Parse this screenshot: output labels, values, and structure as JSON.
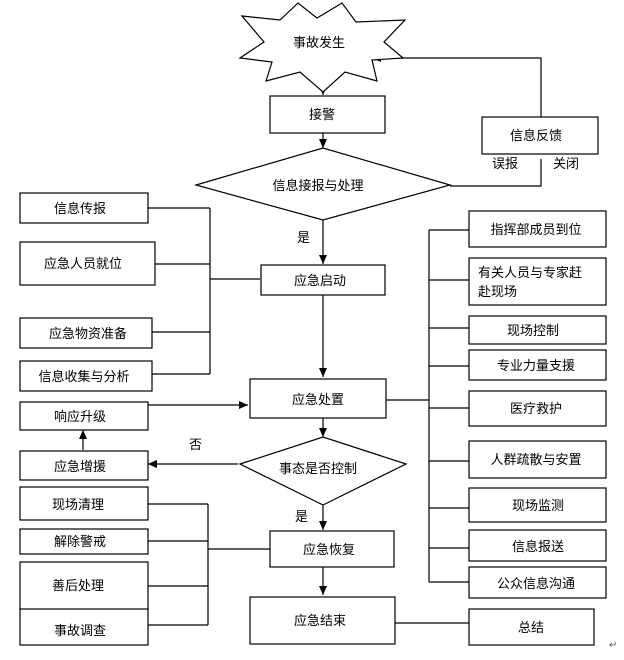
{
  "diagram": {
    "start_event": "事故发生",
    "receive_alarm": "接警",
    "info_process": "信息接报与处理",
    "info_feedback": "信息反馈",
    "false_alarm": "误报",
    "close": "关闭",
    "yes_label_1": "是",
    "emergency_start": "应急启动",
    "left_group_1": [
      "信息传报",
      "应急人员就位",
      "应急物资准备",
      "信息收集与分析"
    ],
    "emergency_handling": "应急处置",
    "response_upgrade": "响应升级",
    "no_label": "否",
    "emergency_reinforce": "应急增援",
    "controlled_decision": "事态是否控制",
    "yes_label_2": "是",
    "emergency_recovery": "应急恢复",
    "left_group_2": [
      "现场清理",
      "解除警戒",
      "善后处理",
      "事故调查"
    ],
    "emergency_end": "应急结束",
    "summary": "总结",
    "right_group": [
      "指挥部成员到位",
      "有关人员与专家赶赴现场",
      "现场控制",
      "专业力量支援",
      "医疗救护",
      "人群疏散与安置",
      "现场监测",
      "信息报送",
      "公众信息沟通"
    ],
    "paragraph_mark": "↵"
  }
}
